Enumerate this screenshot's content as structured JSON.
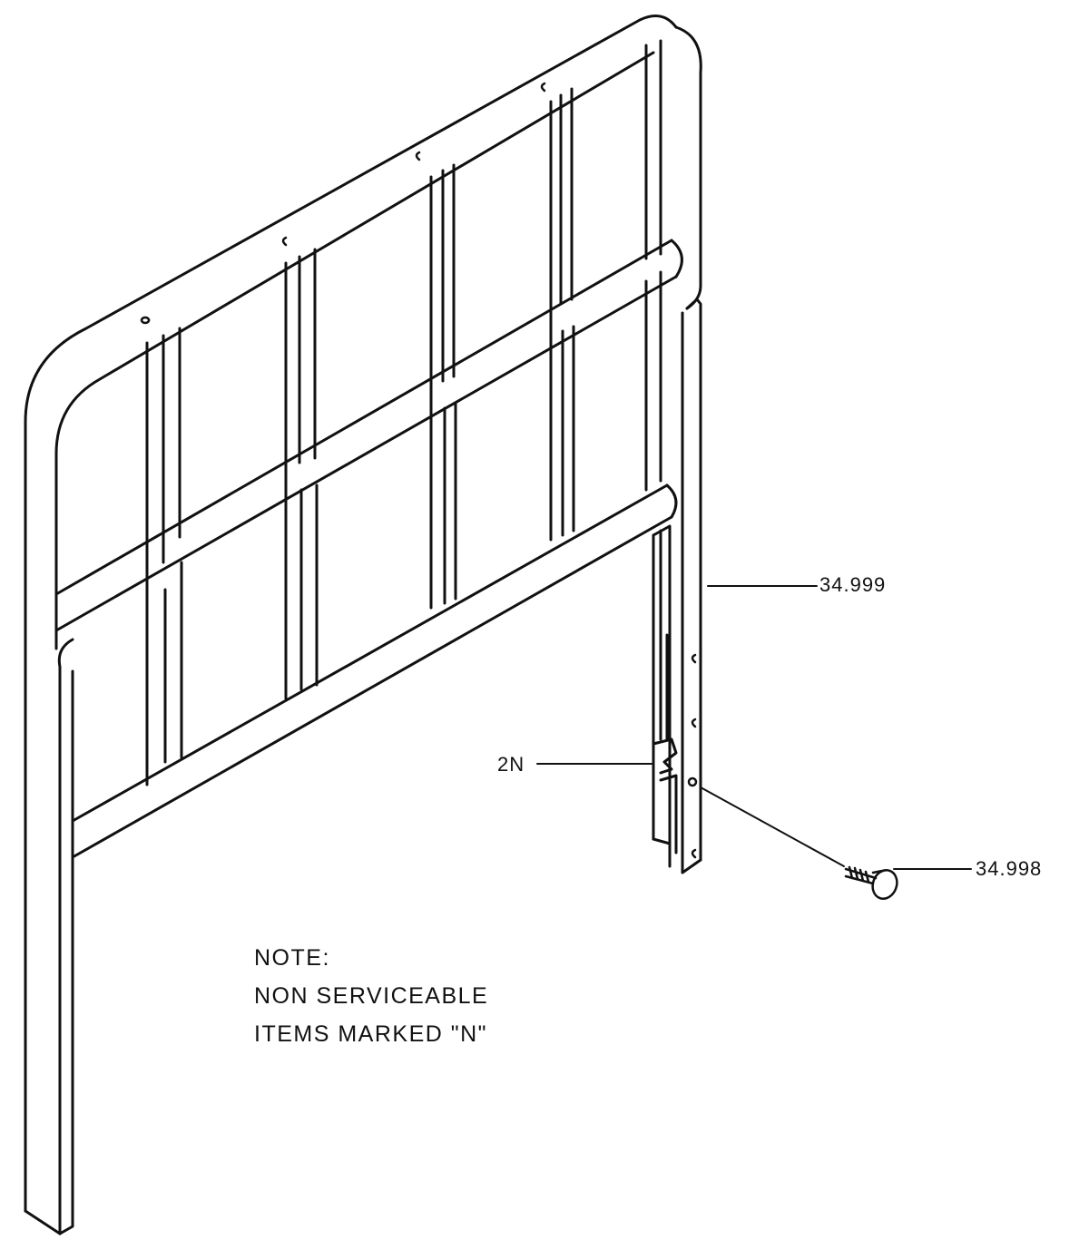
{
  "callouts": {
    "headboard_frame": "34.999",
    "bolt": "34.998",
    "bracket": "2N"
  },
  "note": {
    "heading": "NOTE:",
    "line1": "NON SERVICEABLE",
    "line2": "ITEMS MARKED \"N\""
  },
  "colors": {
    "ink": "#111111",
    "background": "#ffffff"
  }
}
